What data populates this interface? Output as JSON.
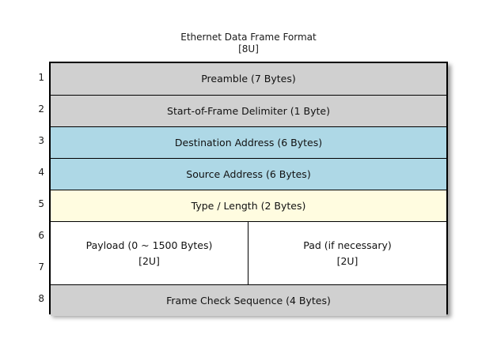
{
  "diagram": {
    "title": "Ethernet Data Frame Format",
    "subtitle": "[8U]",
    "colors": {
      "gray_field": "#d0d0d0",
      "blue_field": "#aed8e6",
      "yellow_field": "#fffce0",
      "white_field": "#ffffff",
      "border": "#000000",
      "text": "#111111"
    },
    "row_numbers": [
      "1",
      "2",
      "3",
      "4",
      "5",
      "6",
      "7",
      "8"
    ],
    "rows": [
      {
        "number": "1",
        "label": "Preamble (7 Bytes)",
        "fill": "gray"
      },
      {
        "number": "2",
        "label": "Start-of-Frame Delimiter (1 Byte)",
        "fill": "gray"
      },
      {
        "number": "3",
        "label": "Destination Address (6 Bytes)",
        "fill": "blue"
      },
      {
        "number": "4",
        "label": "Source Address (6 Bytes)",
        "fill": "blue"
      },
      {
        "number": "5",
        "label": "Type / Length (2 Bytes)",
        "fill": "yellow"
      },
      {
        "number": "8",
        "label": "Frame Check Sequence (4 Bytes)",
        "fill": "gray"
      }
    ],
    "split_band": {
      "rows": [
        "6",
        "7"
      ],
      "left": {
        "label": "Payload (0 ~ 1500 Bytes)",
        "note": "[2U]"
      },
      "right": {
        "label": "Pad (if necessary)",
        "note": "[2U]"
      }
    }
  }
}
